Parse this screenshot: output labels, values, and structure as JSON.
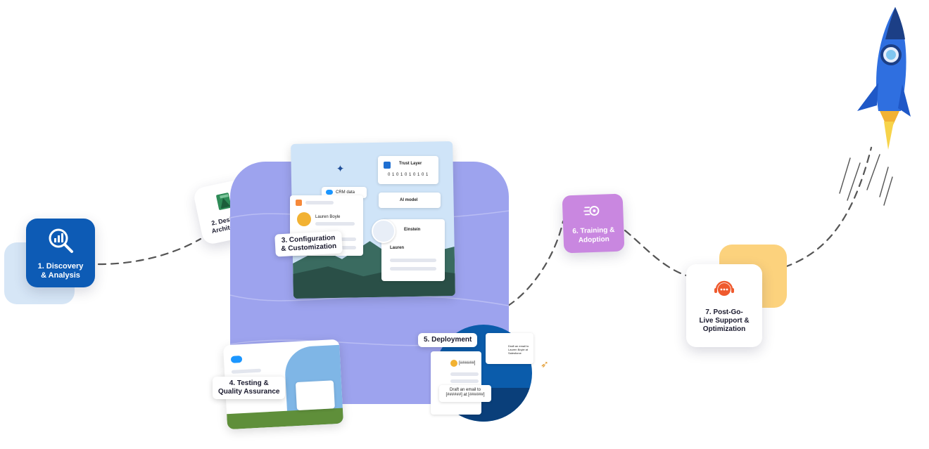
{
  "steps": {
    "s1": "1. Discovery\n& Analysis",
    "s2": "2. Design &\nArchitecture",
    "s3": "3. Configuration\n& Customization",
    "s4": "4. Testing &\nQuality Assurance",
    "s5": "5. Deployment",
    "s6": "6. Training &\nAdoption",
    "s7": "7. Post-Go-\nLive Support &\nOptimization"
  },
  "illustration": {
    "trust_layer": "Trust Layer",
    "binary": "0 1 0 1 0 1 0 1 0 1",
    "crm_data": "CRM data",
    "ai_model": "AI model",
    "einstein": "Einstein",
    "lauren": "Lauren",
    "lauren_boyle": "Lauren Boyle",
    "draft_email": "Draft an email to\n[######] at [######]",
    "redacted": "[######]",
    "draft_small": "Draft an email to\nLauren Boyle at Salesforce"
  },
  "icon_names": {
    "s1": "analytics-search-icon",
    "s2": "design-blocks-icon",
    "s6": "ai-gear-icon",
    "s7": "support-headset-icon",
    "rocket": "rocket-icon"
  },
  "colors": {
    "step1": "#0d5bb5",
    "step6": "#c987e0",
    "center_panel": "#9da3ee",
    "step7_back": "#fcd27d",
    "step1_back": "#d6e6f6"
  }
}
